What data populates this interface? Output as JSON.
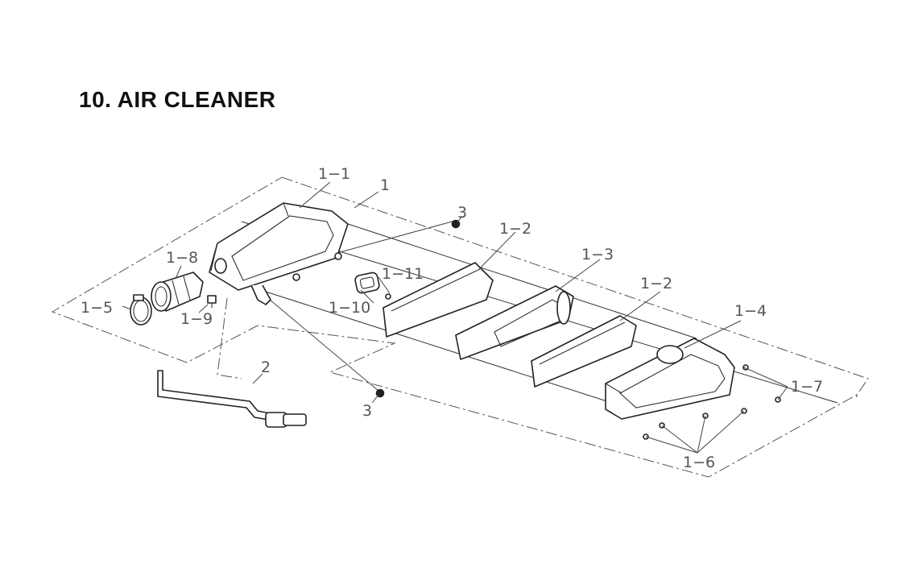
{
  "title": "10. AIR CLEANER",
  "parts": {
    "p1": "1",
    "p1_1": "1−1",
    "p1_2a": "1−2",
    "p1_2b": "1−2",
    "p1_3": "1−3",
    "p1_4": "1−4",
    "p1_5": "1−5",
    "p1_6": "1−6",
    "p1_7": "1−7",
    "p1_8": "1−8",
    "p1_9": "1−9",
    "p1_10": "1−10",
    "p1_11": "1−11",
    "p2": "2",
    "p3a": "3",
    "p3b": "3"
  }
}
